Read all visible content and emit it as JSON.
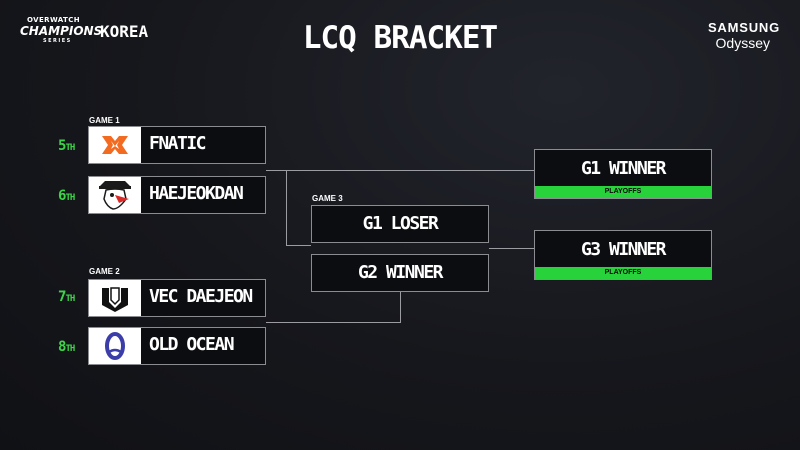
{
  "header": {
    "logo_line1": "OVERWATCH",
    "logo_line2": "CHAMPIONS",
    "logo_line3": "SERIES",
    "logo_region": "KOREA",
    "title": "LCQ BRACKET",
    "sponsor_line1": "SAMSUNG",
    "sponsor_line2": "Odyssey"
  },
  "colors": {
    "background": "#15161b",
    "seed_green": "#3ed44a",
    "playoffs_green": "#28d23a",
    "fnatic_orange": "#f26b21",
    "old_ocean_blue": "#3b3ea8"
  },
  "bracket": {
    "game1": {
      "label": "GAME 1",
      "teams": [
        {
          "seed": "5",
          "seed_suffix": "TH",
          "name": "FNATIC",
          "logo_icon": "fnatic-logo"
        },
        {
          "seed": "6",
          "seed_suffix": "TH",
          "name": "HAEJEOKDAN",
          "logo_icon": "haejeokdan-pirate-logo"
        }
      ]
    },
    "game2": {
      "label": "GAME 2",
      "teams": [
        {
          "seed": "7",
          "seed_suffix": "TH",
          "name": "VEC DAEJEON",
          "logo_icon": "vec-daejeon-logo"
        },
        {
          "seed": "8",
          "seed_suffix": "TH",
          "name": "OLD OCEAN",
          "logo_icon": "old-ocean-logo"
        }
      ]
    },
    "game3": {
      "label": "GAME 3",
      "slots": [
        "G1 LOSER",
        "G2 WINNER"
      ]
    },
    "results": [
      {
        "label": "G1 WINNER",
        "tag": "PLAYOFFS"
      },
      {
        "label": "G3 WINNER",
        "tag": "PLAYOFFS"
      }
    ]
  }
}
